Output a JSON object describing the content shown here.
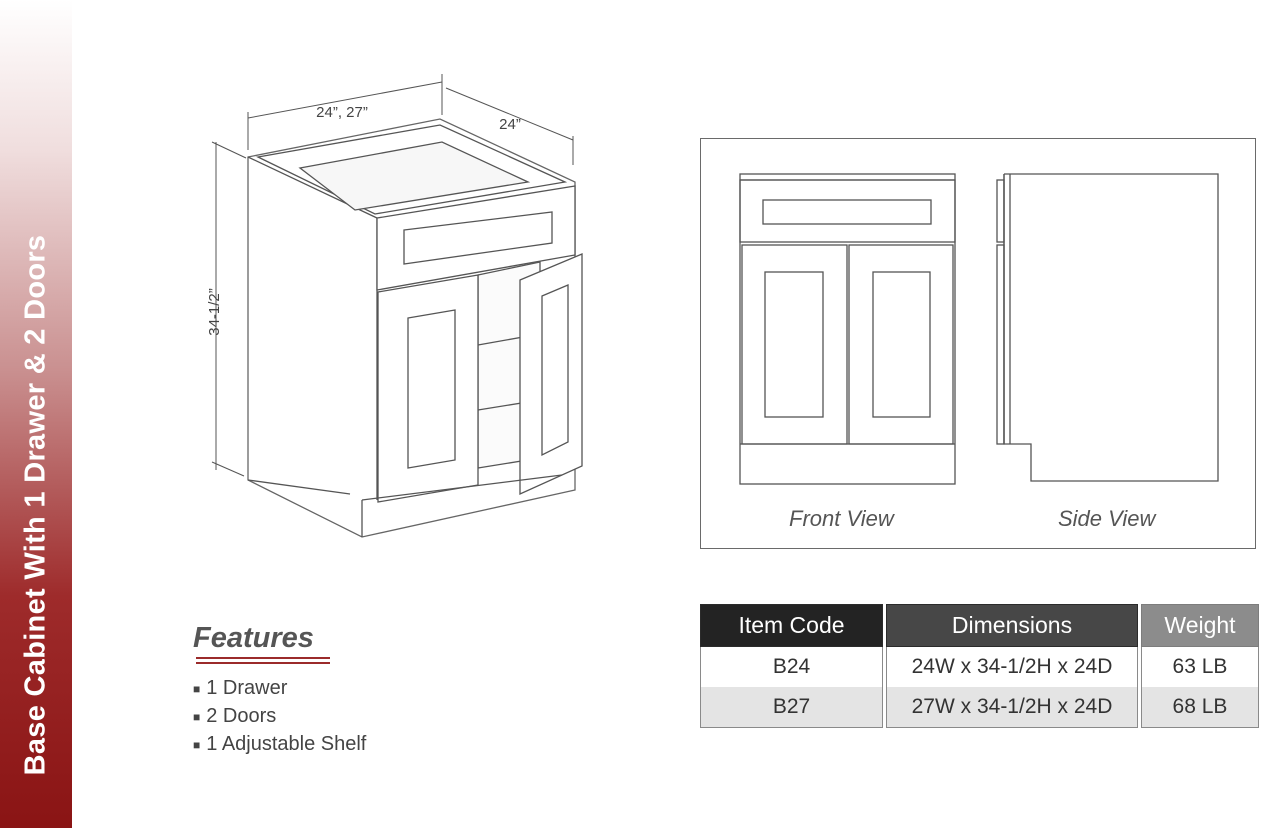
{
  "sidebar": {
    "title": "Base Cabinet With 1 Drawer & 2 Doors"
  },
  "iso": {
    "width_dim": "24”, 27”",
    "depth_dim": "24”",
    "height_dim": "34-1/2”"
  },
  "views": {
    "front_label": "Front View",
    "side_label": "Side View"
  },
  "features": {
    "title": "Features",
    "items": [
      "1 Drawer",
      "2 Doors",
      "1 Adjustable Shelf"
    ]
  },
  "table": {
    "headers": [
      "Item Code",
      "Dimensions",
      "Weight"
    ],
    "rows": [
      [
        "B24",
        "24W x 34-1/2H x 24D",
        "63 LB"
      ],
      [
        "B27",
        "27W x 34-1/2H x 24D",
        "68 LB"
      ]
    ]
  },
  "colors": {
    "accent": "#8a1414",
    "header_dark": "#232323",
    "header_mid": "#474747",
    "header_light": "#8c8c8c"
  }
}
